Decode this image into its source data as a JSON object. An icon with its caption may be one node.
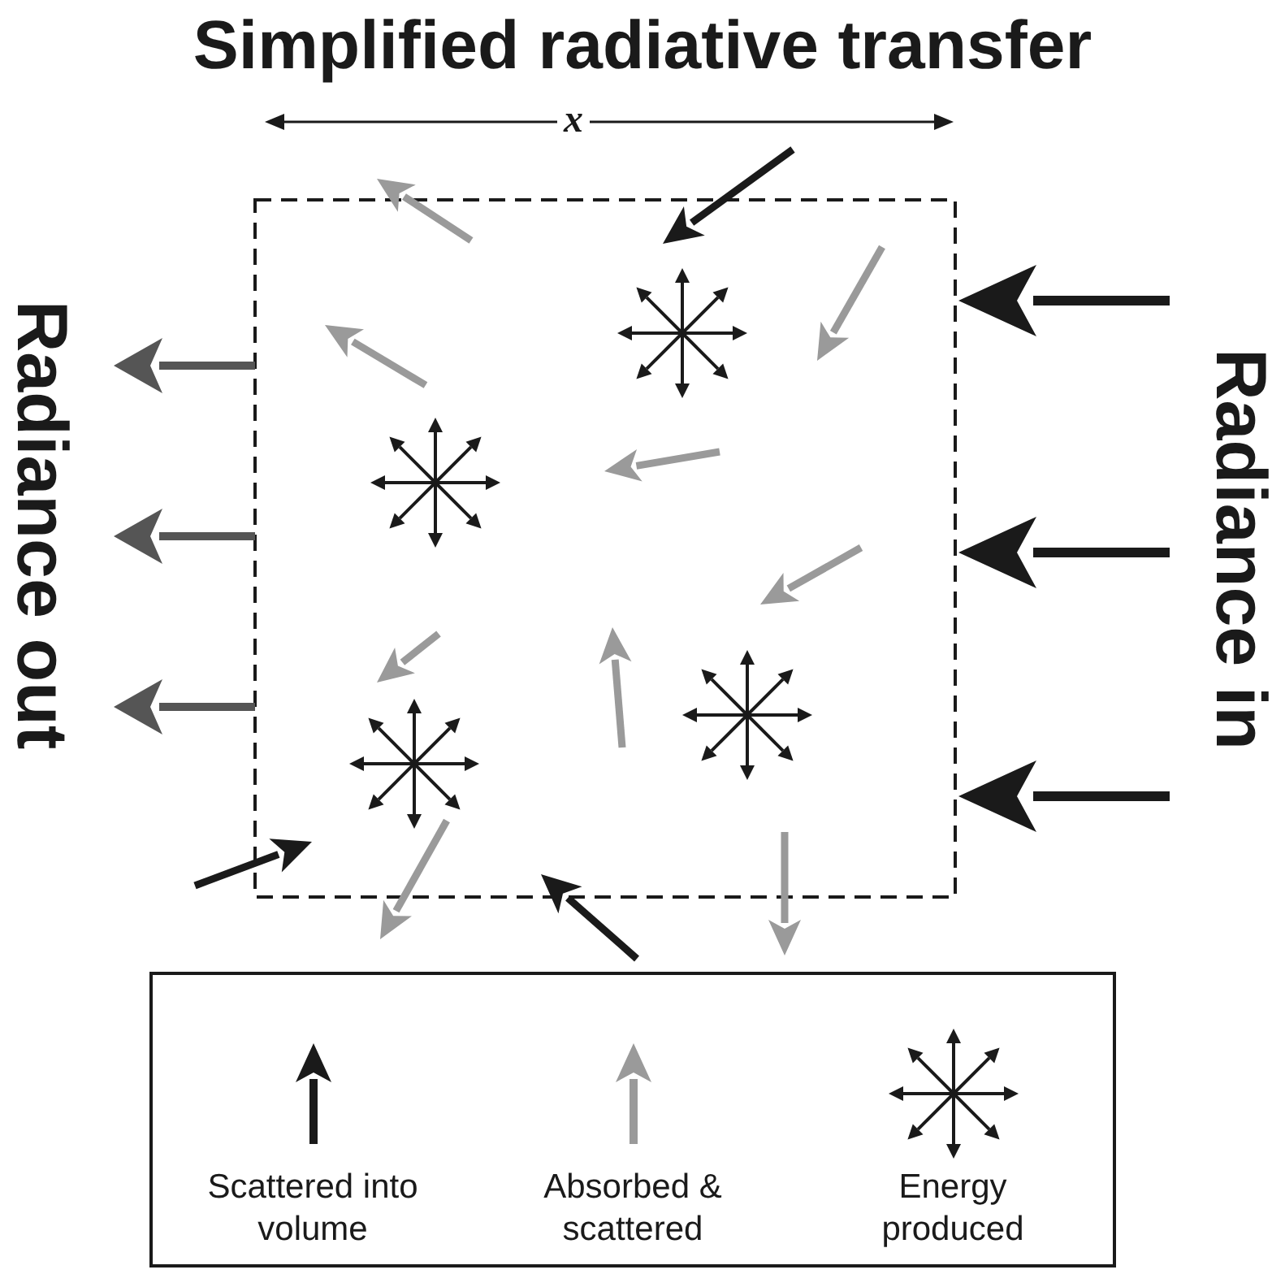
{
  "diagram": {
    "title": "Simplified radiative transfer",
    "labels": [
      "x",
      "Radiance out",
      "Radiance in"
    ],
    "legend": [
      {
        "text": "Scattered into volume"
      },
      {
        "text": "Absorbed & scattered"
      },
      {
        "text": "Energy produced"
      }
    ]
  }
}
